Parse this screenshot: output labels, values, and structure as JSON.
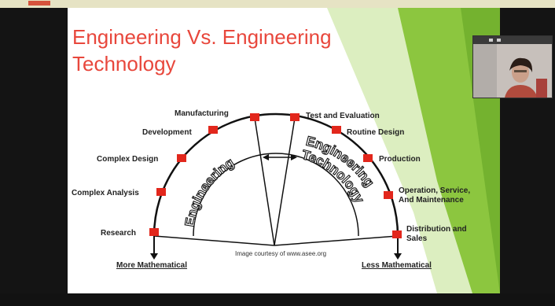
{
  "slide": {
    "title_line1": "Engineering Vs. Engineering",
    "title_line2": "Technology",
    "left_labels": [
      "Manufacturing",
      "Development",
      "Complex Design",
      "Complex Analysis",
      "Research"
    ],
    "right_labels": [
      "Test and Evaluation",
      "Routine Design",
      "Production"
    ],
    "right_multi": {
      "operation_1": "Operation, Service,",
      "operation_2": "And Maintenance",
      "distribution_1": "Distribution and",
      "distribution_2": "Sales"
    },
    "arc_left_label": "Engineering",
    "arc_right_line1": "Engineering",
    "arc_right_line2": "Technology",
    "left_bottom": "More Mathematical",
    "right_bottom": "Less Mathematical",
    "caption": "Image courtesy of www.asee.org"
  },
  "colors": {
    "accent": "#e8473c",
    "marker": "#e2271c",
    "green": "#8cc63f"
  },
  "icons": [
    "video-thumbnail",
    "camera-icon"
  ]
}
